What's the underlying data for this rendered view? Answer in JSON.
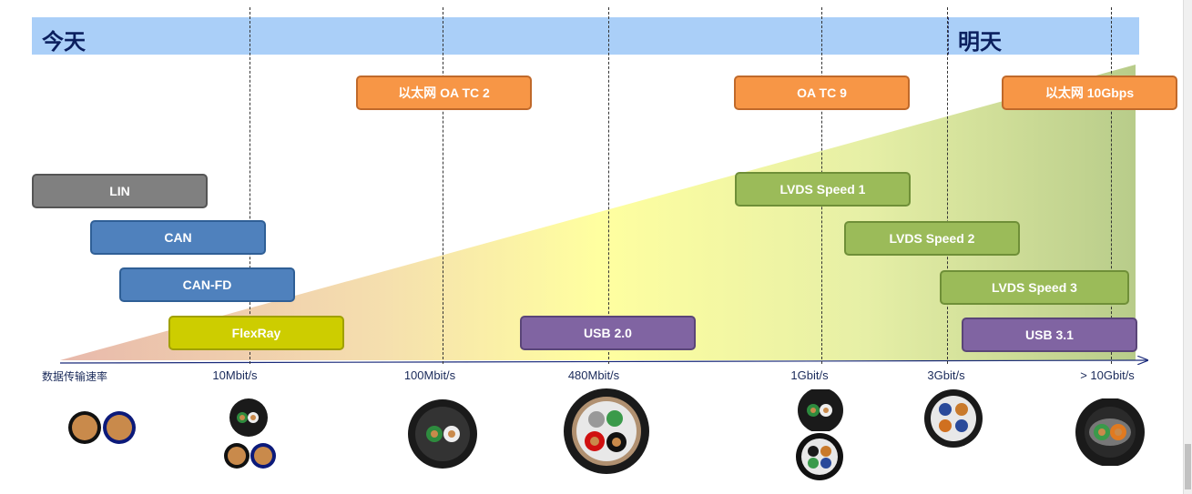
{
  "banner": {
    "today": "今天",
    "tomorrow": "明天"
  },
  "colors": {
    "orange": "#f79646",
    "gray": "#808080",
    "blue": "#4f81bd",
    "yellow": "#cdcd00",
    "purple": "#8064a2",
    "green": "#9bbb59",
    "banner": "#aacff8"
  },
  "axis": {
    "title": "数据传输速率",
    "ticks": [
      "10Mbit/s",
      "100Mbit/s",
      "480Mbit/s",
      "1Gbit/s",
      "3Gbit/s",
      "> 10Gbit/s"
    ]
  },
  "boxes": {
    "eth_oa_tc2": "以太网 OA TC 2",
    "oa_tc9": "OA TC 9",
    "eth_10g": "以太网 10Gbps",
    "lin": "LIN",
    "can": "CAN",
    "canfd": "CAN-FD",
    "flexray": "FlexRay",
    "usb20": "USB 2.0",
    "lvds1": "LVDS Speed 1",
    "lvds2": "LVDS Speed 2",
    "lvds3": "LVDS Speed 3",
    "usb31": "USB 3.1"
  },
  "cables": [
    "twisted-pair-cable-icon",
    "single-pair-cable-icon",
    "shielded-pair-cable-icon",
    "usb2-cable-icon",
    "lvds-cable-icon",
    "quad-cable-icon",
    "coax-10g-cable-icon"
  ]
}
